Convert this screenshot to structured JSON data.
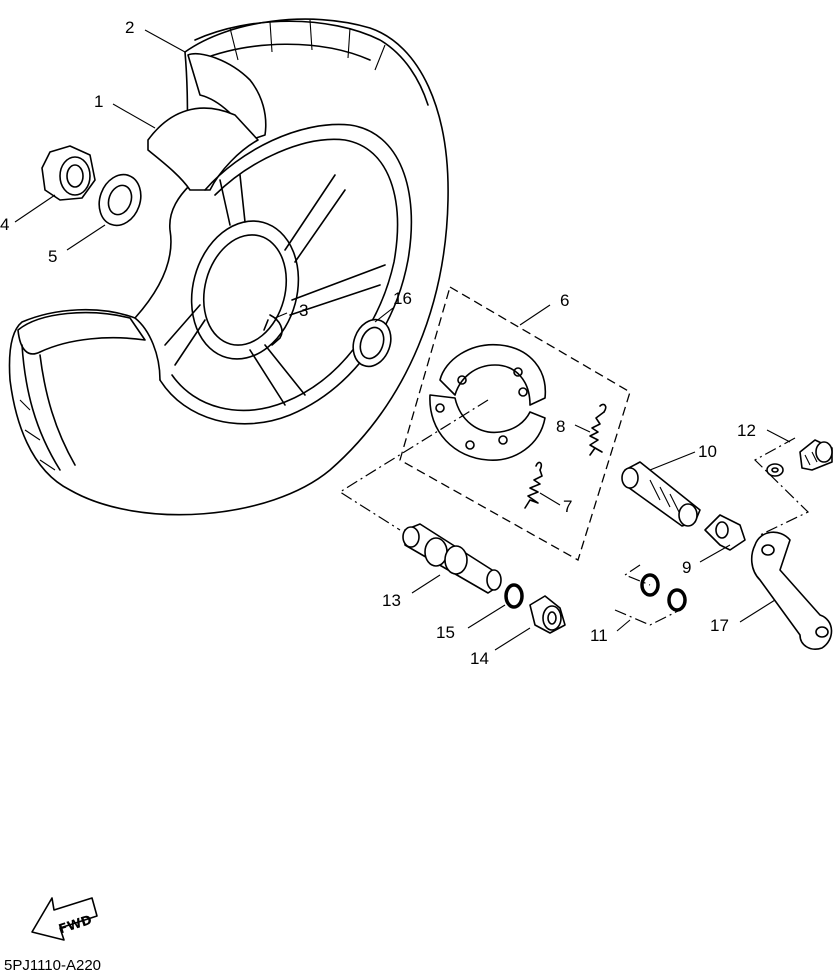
{
  "callouts": {
    "c1": "1",
    "c2": "2",
    "c3": "3",
    "c4": "4",
    "c5": "5",
    "c6": "6",
    "c7": "7",
    "c8": "8",
    "c9": "9",
    "c10": "10",
    "c11": "11",
    "c12": "12",
    "c13": "13",
    "c14": "14",
    "c15": "15",
    "c16": "16",
    "c17": "17"
  },
  "fwd_label": "FWD",
  "diagram_code": "5PJ1110-A220"
}
